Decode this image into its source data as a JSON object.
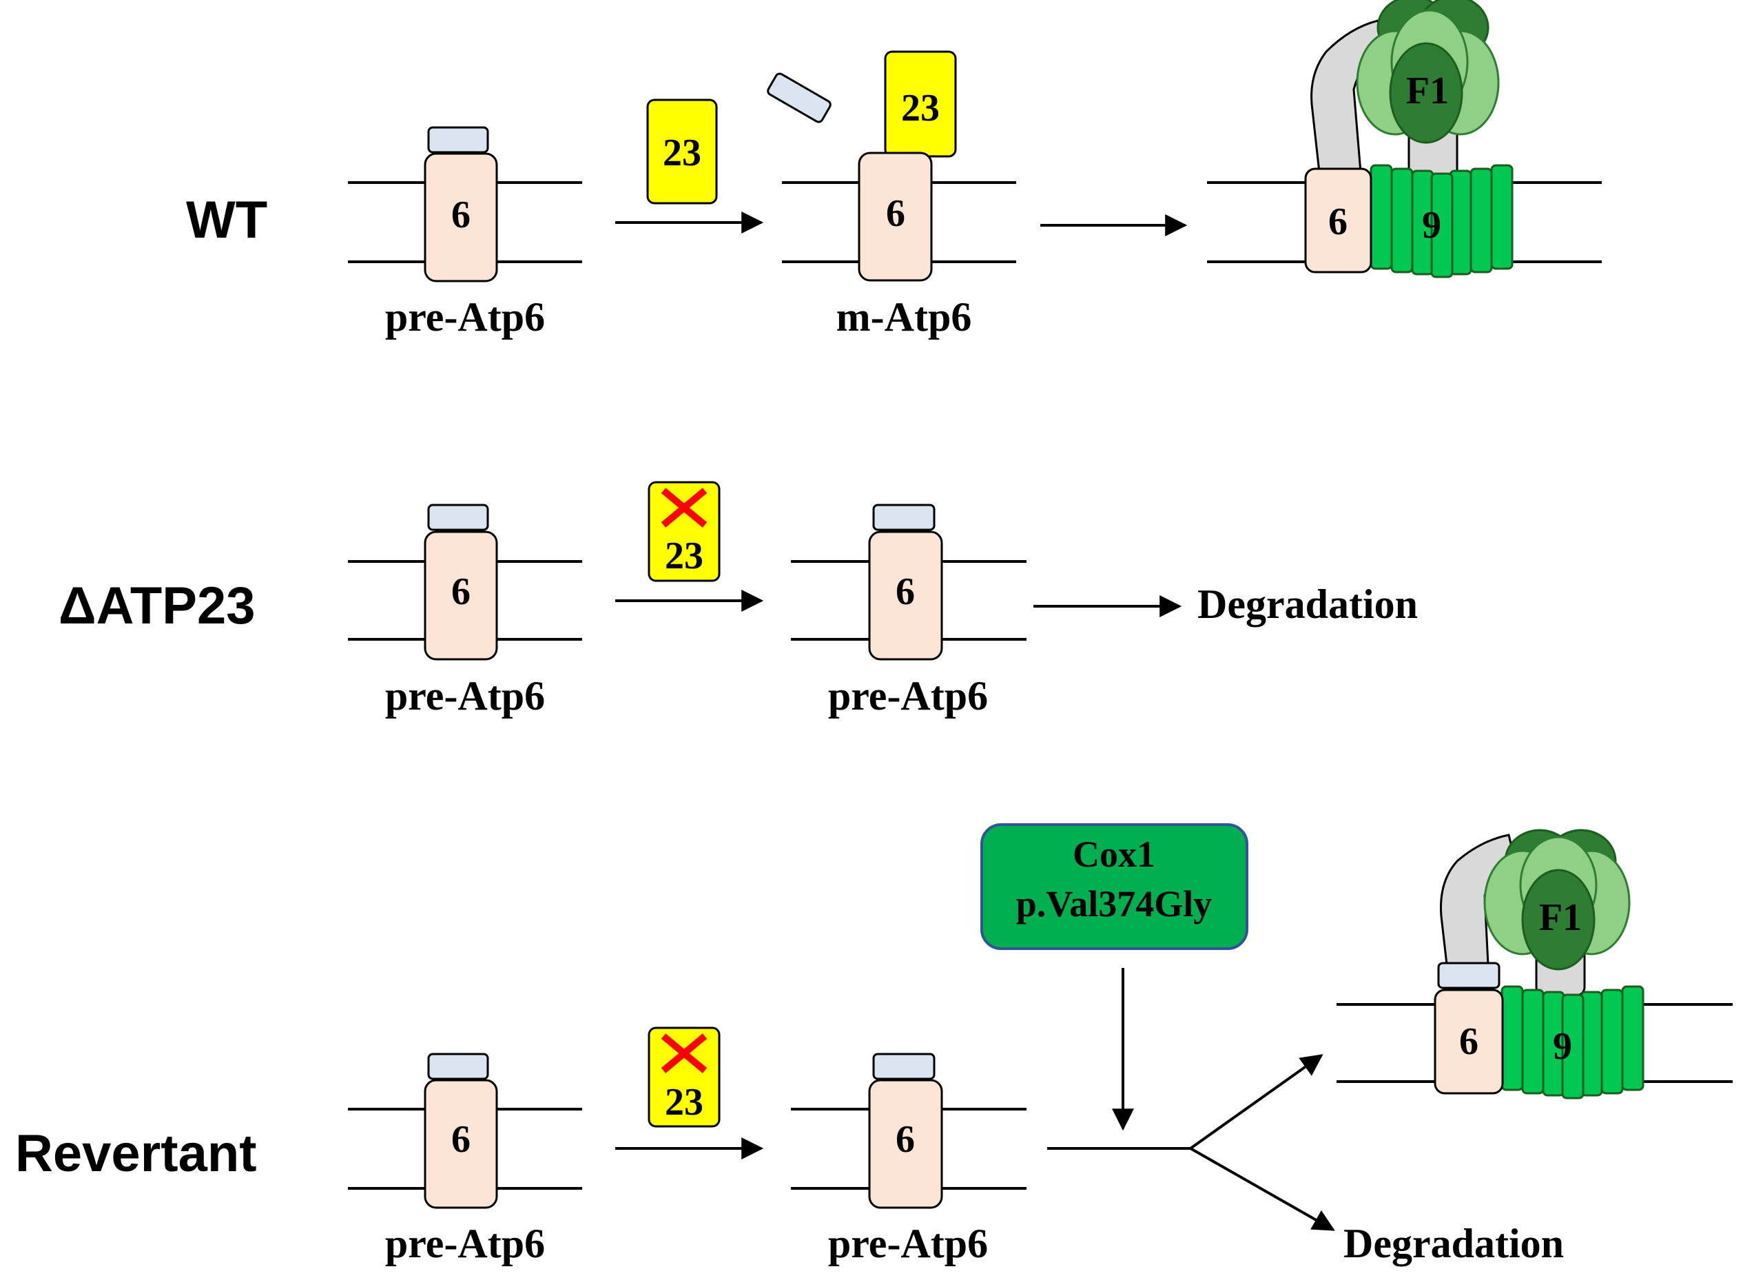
{
  "rows": {
    "wt": {
      "label": "WT",
      "left_caption": "pre-Atp6",
      "middle_caption": "m-Atp6",
      "atp6_label": "6",
      "atp23_label": "23",
      "c_ring_label": "9",
      "f1_label": "F1"
    },
    "delta": {
      "label": "ΔATP23",
      "left_caption": "pre-Atp6",
      "middle_caption": "pre-Atp6",
      "atp6_label": "6",
      "atp23_label": "23",
      "outcome": "Degradation"
    },
    "revertant": {
      "label": "Revertant",
      "left_caption": "pre-Atp6",
      "middle_caption": "pre-Atp6",
      "atp6_label": "6",
      "atp23_label": "23",
      "mutation_line1": "Cox1",
      "mutation_line2": "p.Val374Gly",
      "c_ring_label": "9",
      "f1_label": "F1",
      "outcome": "Degradation"
    }
  },
  "colors": {
    "atp6_fill": "#fce4d6",
    "presequence_fill": "#dae5f1",
    "atp23_fill": "#ffff00",
    "x_mark": "#ff0000",
    "c_ring": "#00c853",
    "f1_dark": "#2e7d32",
    "f1_mid": "#3f9e3f",
    "f1_light": "#8fcf86",
    "stator": "#d9d9d9",
    "cox1_box": "#00b050",
    "cox1_border": "#2f5597"
  }
}
